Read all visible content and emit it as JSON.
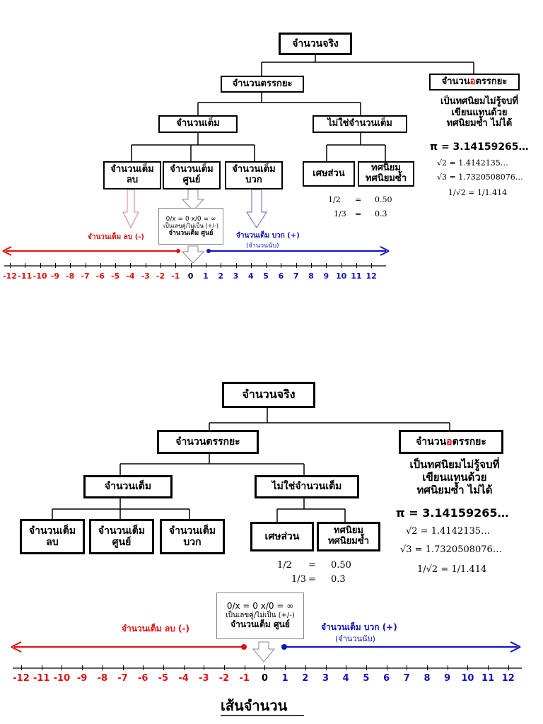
{
  "top": {
    "real": "จำนวนจริง",
    "rational": "จำนวนตรรกยะ",
    "irrational": {
      "a": "จำนวน",
      "b": "อ",
      "c": "ตรรกยะ"
    },
    "integer": "จำนวนเต็ม",
    "non_integer": "ไม่ใช่จำนวนเต็ม",
    "neg_int": [
      "จำนวนเต็ม",
      "ลบ"
    ],
    "zero_int": [
      "จำนวนเต็ม",
      "ศูนย์"
    ],
    "pos_int": [
      "จำนวนเต็ม",
      "บวก"
    ],
    "fraction": "เศษส่วน",
    "decimal": [
      "ทศนิยม",
      "ทศนิยมซ้ำ"
    ],
    "irr_desc": [
      "เป็นทศนิยมไม่รู้จบที่",
      "เขียนแทนด้วย",
      "ทศนิยมซ้ำ ไม่ได้"
    ],
    "pi": "π = 3.14159265…",
    "sqrt2": "√2 = 1.4142135…",
    "sqrt3": "√3 = 1.7320508076…",
    "inv_sqrt2_lhs": "1/√2",
    "inv_sqrt2_rhs": "1/1.414",
    "frac_half": "1/2",
    "frac_third": "1/3",
    "eq": "=",
    "dec_half": "0.50",
    "dec_third": "0.3̇",
    "zero_note": [
      "0/x = 0   x/0 = ∞",
      "เป็นเลขคู่/ไม่เป็น (+/-)",
      "จำนวนเต็ม ศูนย์"
    ],
    "neg_label": "จำนวนเต็ม ลบ (-)",
    "pos_label": "จำนวนเต็ม บวก (+)",
    "counting": "(จำนวนนับ)"
  },
  "bottom": {
    "real": "จำนวนจริง",
    "rational": "จำนวนตรรกยะ",
    "irrational": {
      "a": "จำนวน",
      "b": "อ",
      "c": "ตรรกยะ"
    },
    "integer": "จำนวนเต็ม",
    "non_integer": "ไม่ใช่จำนวนเต็ม",
    "neg_int": [
      "จำนวนเต็ม",
      "ลบ"
    ],
    "zero_int": [
      "จำนวนเต็ม",
      "ศูนย์"
    ],
    "pos_int": [
      "จำนวนเต็ม",
      "บวก"
    ],
    "fraction": "เศษส่วน",
    "decimal": [
      "ทศนิยม",
      "ทศนิยมซ้ำ"
    ],
    "irr_desc": [
      "เป็นทศนิยมไม่รู้จบที่",
      "เขียนแทนด้วย",
      "ทศนิยมซ้ำ ไม่ได้"
    ],
    "pi": "π = 3.14159265…",
    "sqrt2": "√2 = 1.4142135…",
    "sqrt3": "√3 = 1.7320508076…",
    "inv_sqrt2_lhs": "1/√2",
    "inv_sqrt2_rhs": "1/1.414",
    "frac_half": "1/2",
    "frac_third": "1/3",
    "eq": "=",
    "dec_half": "0.50",
    "dec_third": "0.3̇",
    "zero_note": [
      "0/x = 0   x/0 = ∞",
      "เป็นเลขคู่/ไม่เป็น (+/-)",
      "จำนวนเต็ม ศูนย์"
    ],
    "neg_label": "จำนวนเต็ม ลบ (-)",
    "pos_label": "จำนวนเต็ม บวก (+)",
    "counting": "(จำนวนนับ)",
    "footer_title": "เส้นจำนวน"
  },
  "number_line": {
    "neg": [
      "-12",
      "-11",
      "-10",
      "-9",
      "-8",
      "-7",
      "-6",
      "-5",
      "-4",
      "-3",
      "-2",
      "-1"
    ],
    "zero": "0",
    "pos": [
      "1",
      "2",
      "3",
      "4",
      "5",
      "6",
      "7",
      "8",
      "9",
      "10",
      "11",
      "12"
    ]
  },
  "colors": {
    "negative": "#e01010",
    "positive": "#1010c0",
    "zero": "#000000"
  }
}
